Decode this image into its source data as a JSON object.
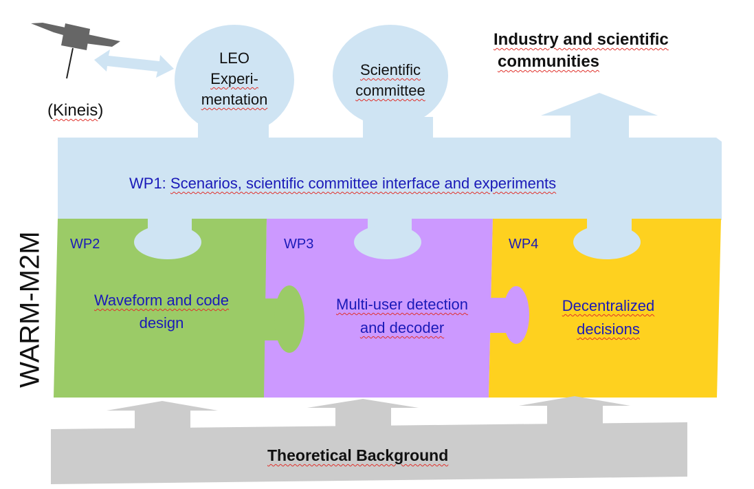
{
  "project": {
    "title": "WARM-M2M"
  },
  "external": {
    "satellite_label_open": "(",
    "satellite_label": "Kineis",
    "satellite_label_close": ")",
    "leo_experimentation": [
      "LEO",
      "Experi-",
      "mentation"
    ],
    "scientific_committee": [
      "Scientific",
      "committee"
    ],
    "industry": [
      "Industry and scientific",
      "communities"
    ]
  },
  "work_packages": [
    {
      "id": "WP1",
      "title_prefix": "WP1:",
      "title": "Scenarios, scientific committee interface and experiments",
      "color": "#cfe4f3"
    },
    {
      "id": "WP2",
      "title_lines": [
        "Waveform  and code",
        "design"
      ],
      "color": "#9bcb67"
    },
    {
      "id": "WP3",
      "title_lines": [
        "Multi-user detection",
        "and decoder"
      ],
      "color": "#cc99ff"
    },
    {
      "id": "WP4",
      "title_lines": [
        "Decentralized",
        "decisions"
      ],
      "color": "#fed11f"
    }
  ],
  "foundation": {
    "label": "Theoretical Background",
    "color": "#cccccc"
  },
  "colors": {
    "text_blue": "#1a1ab8",
    "satellite": "#666666"
  }
}
